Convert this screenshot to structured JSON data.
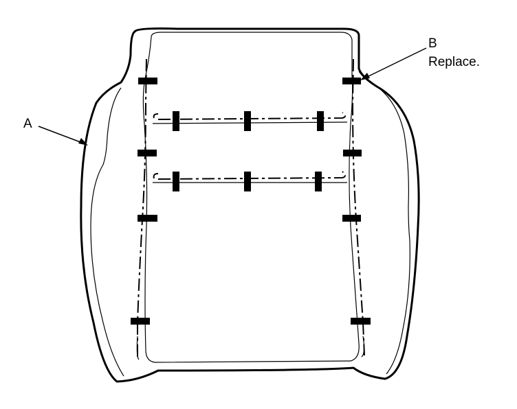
{
  "callouts": {
    "a": {
      "letter": "A"
    },
    "b": {
      "letter": "B",
      "note": "Replace."
    }
  },
  "colors": {
    "line": "#000000",
    "background": "#ffffff"
  }
}
